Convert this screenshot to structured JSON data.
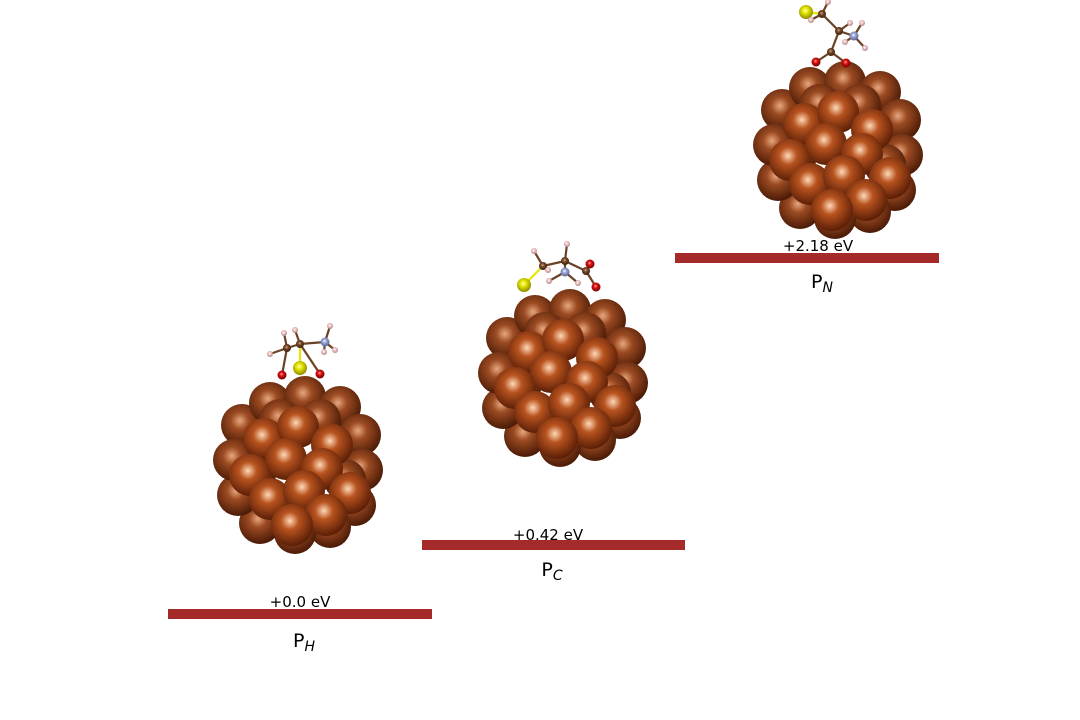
{
  "colors": {
    "level_bar": "#a52a2a",
    "copper": "#b8531f",
    "copper_dark": "#5a1e06",
    "sulfur": "#e6e600",
    "oxygen": "#e01010",
    "nitrogen": "#9aa6d6",
    "carbon": "#7a4a2a",
    "hydrogen": "#f2c8c8",
    "bond": "#6b4226"
  },
  "states": [
    {
      "id": "ph",
      "energy": "+0.0 eV",
      "name_main": "P",
      "name_sub": "H"
    },
    {
      "id": "pc",
      "energy": "+0.42 eV",
      "name_main": "P",
      "name_sub": "C"
    },
    {
      "id": "pn",
      "energy": "+2.18 eV",
      "name_main": "P",
      "name_sub": "N"
    }
  ]
}
